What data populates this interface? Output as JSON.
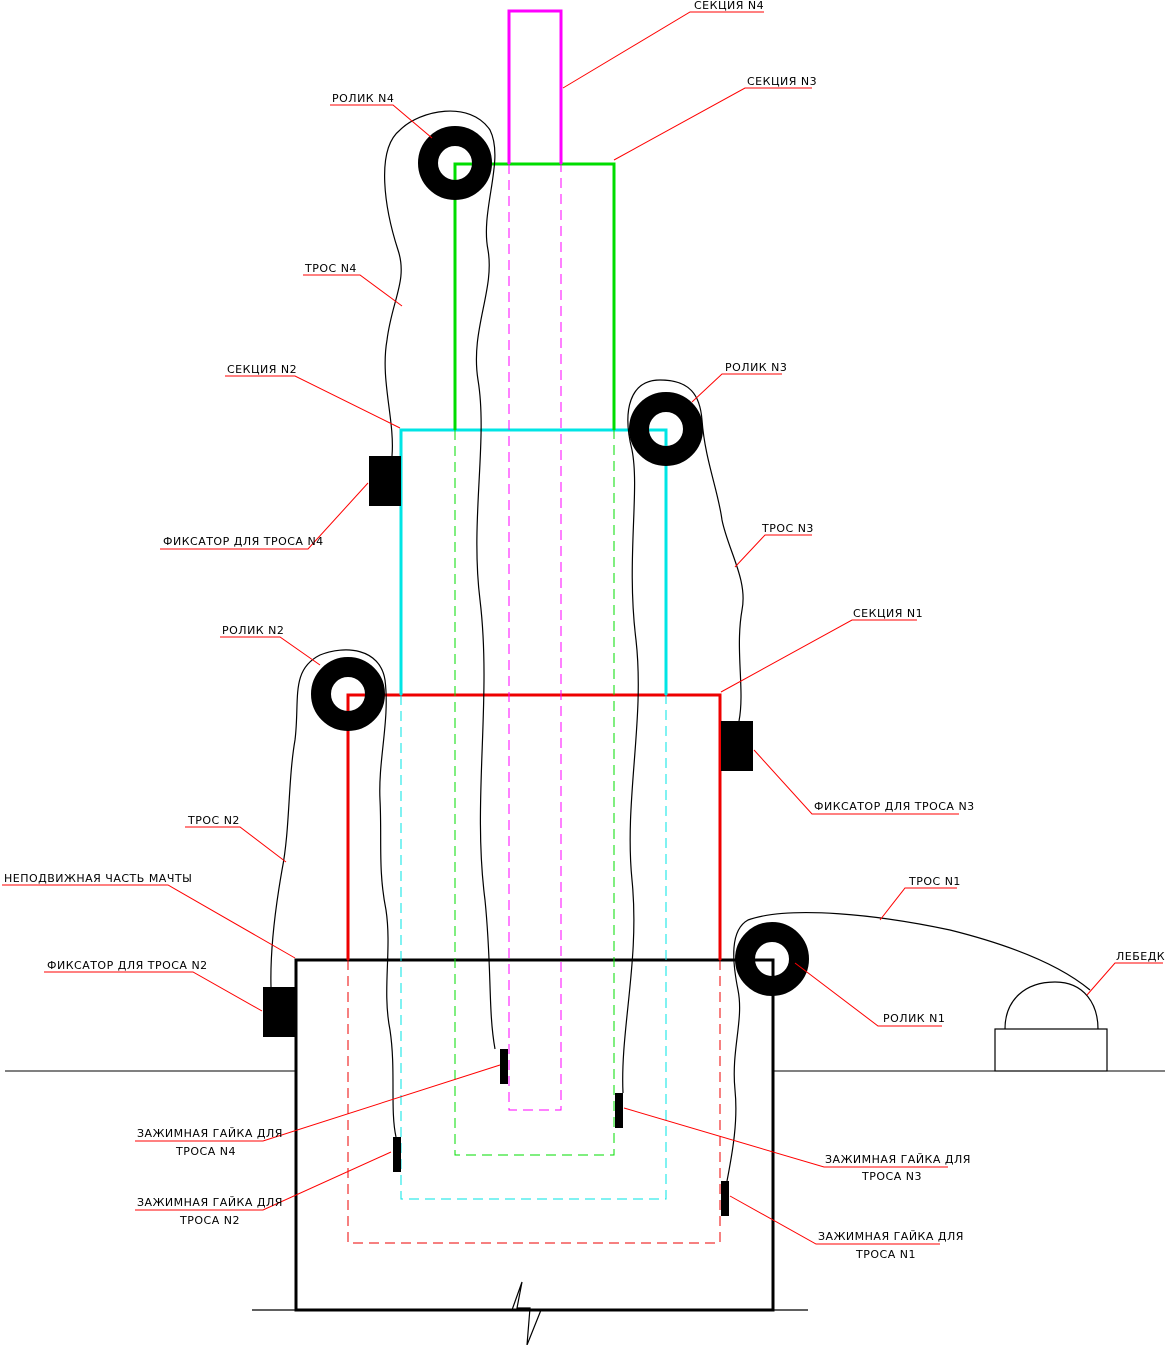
{
  "labels": {
    "section_4": "СЕКЦИЯ N4",
    "section_3": "СЕКЦИЯ N3",
    "section_2": "СЕКЦИЯ N2",
    "section_1": "СЕКЦИЯ N1",
    "roller_4": "РОЛИК N4",
    "roller_3": "РОЛИК N3",
    "roller_2": "РОЛИК N2",
    "roller_1": "РОЛИК N1",
    "cable_4": "ТРОС N4",
    "cable_3": "ТРОС N3",
    "cable_2": "ТРОС N2",
    "cable_1": "ТРОС N1",
    "clamp_4": "ФИКСАТОР ДЛЯ ТРОСА N4",
    "clamp_3": "ФИКСАТОР ДЛЯ ТРОСА N3",
    "clamp_2": "ФИКСАТОР ДЛЯ ТРОСА N2",
    "fixed_part": "НЕПОДВИЖНАЯ ЧАСТЬ МАЧТЫ",
    "winch": "ЛЕБЕДКА",
    "nut_4_line1": "ЗАЖИМНАЯ ГАЙКА ДЛЯ",
    "nut_4_line2": "ТРОСА N4",
    "nut_3_line1": "ЗАЖИМНАЯ ГАЙКА ДЛЯ",
    "nut_3_line2": "ТРОСА N3",
    "nut_2_line1": "ЗАЖИМНАЯ ГАЙКА ДЛЯ",
    "nut_2_line2": "ТРОСА N2",
    "nut_1_line1": "ЗАЖИМНАЯ ГАЙКА ДЛЯ",
    "nut_1_line2": "ТРОСА N1"
  },
  "colors": {
    "section_4": "#ff00ff",
    "section_3": "#00dd00",
    "section_2": "#00e5e5",
    "section_1": "#ee0000",
    "fixed_part": "#000000",
    "leader": "#ff0000"
  }
}
